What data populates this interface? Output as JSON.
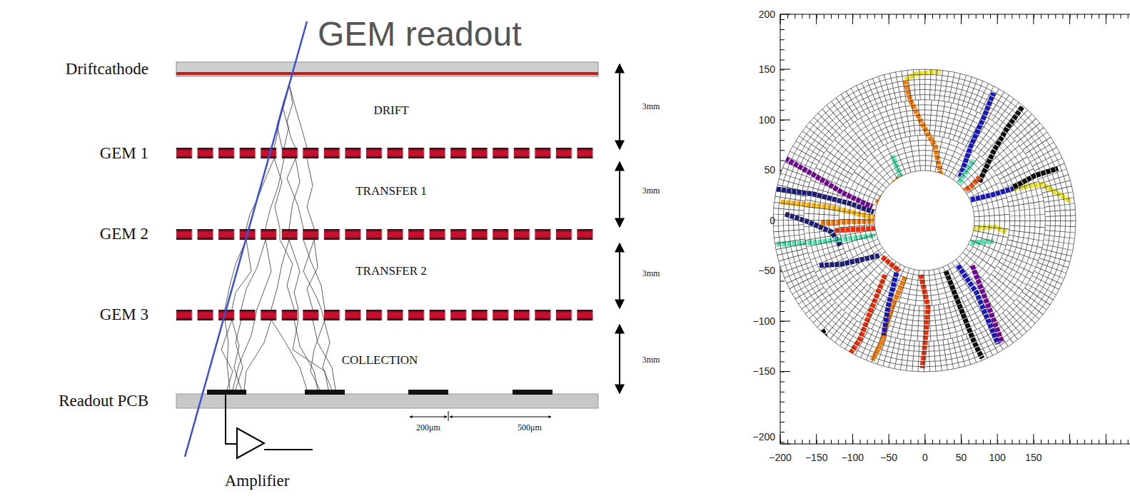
{
  "diagram": {
    "title": "GEM readout",
    "labels": [
      "Driftcathode",
      "DRIFT",
      "3mm",
      "GEM 1",
      "TRANSFER 1",
      "3mm",
      "GEM 2",
      "TRANSFER 2",
      "3mm",
      "GEM 3",
      "COLLECTION",
      "3mm",
      "Readout PCB",
      "200μm",
      "500μm",
      "Amplifier",
      "200",
      "150",
      "100",
      "50",
      "0",
      "−50",
      "−100",
      "−150",
      "−200",
      "−200",
      "−150",
      "−100",
      "−50",
      "0",
      "50",
      "100",
      "150"
    ]
  }
}
